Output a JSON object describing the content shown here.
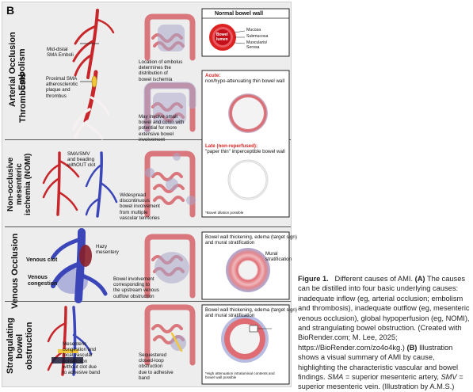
{
  "panel_letter": "B",
  "rows": [
    {
      "label_line1": "Arterial Occlusion",
      "label_line2": "Embolism"
    },
    {
      "label_line1": "Thrombosis",
      "label_line2": ""
    },
    {
      "label_line1": "Non-occlusive",
      "label_line2": "mesenteric",
      "label_line3": "ischemia (NOMI)"
    },
    {
      "label_line1": "Venous Occlusion",
      "label_line2": ""
    },
    {
      "label_line1": "Strangulating bowel",
      "label_line2": "obstruction"
    }
  ],
  "annotations": {
    "embolism_left": "Mid-distal\nSMA Emboli",
    "embolism_mid": "Location of embolus\ndetermines the\ndistribution of\nbowel ischemia",
    "thrombosis_left": "Proximal SMA\natherosclerotic\nplaque and\nthrombus",
    "thrombosis_mid": "May involve small\nbowel and colon with\npotential for more\nextensive bowel\ninvolvement",
    "nomi_left": "SMA/SMV\nand beading\nwithOUT clot",
    "nomi_mid": "Widespread\ndiscontinuous\nbowel involvement\nfrom multiple\nvascular territories",
    "venous_hazy": "Hazy\nmesentery",
    "venous_clot": "Venous clot",
    "venous_congestion": "Venous\ncongestion",
    "venous_mid": "Bowel involvement\ncorresponding to\nthe upstream venous\noutflow obstruction",
    "strang_left": "Mesenteric\ncongestion and\nfocal vascular\nconstriction\nwithout clot due\nto adhesive band",
    "strang_mid": "Sequestered\nclosed-loop\nobstruction\ndue to adhesive\nband"
  },
  "normal_wall": {
    "title": "Normal bowel wall",
    "lumen": "Bowel\nlumen",
    "layer1": "Mucosa",
    "layer2": "Submucosa",
    "layer3": "Muscularis/\nSerosa"
  },
  "arterial_findings": {
    "acute_label": "Acute:",
    "acute_text": "non/hypo-attenuating thin bowel wall",
    "late_label": "Late (non-reperfused):",
    "late_text": "\"paper thin\" imperceptible bowel wall",
    "footnote": "*Bowel dilation possible"
  },
  "venous_findings": {
    "text": "Bowel wall thickening, edema (target sign)\nand mural stratification",
    "mural": "Mural\nstratification"
  },
  "strang_findings": {
    "text": "Bowel wall thickening, edema (target sign)\nand mural stratification",
    "footnote": "*High attenuation intraluminal contents and\nbowel wall possible"
  },
  "caption": {
    "figure_label": "Figure 1.",
    "intro": "Different causes of AMI.",
    "a_label": "(A)",
    "a_text": "The causes can be distilled into four basic underlying causes: inadequate inflow (eg, arterial occlusion; embolism and thrombosis), inadequate outflow (eg, mesenteric venous occlusion), global hypoperfusion (eg, NOMI), and strangulating bowel obstruction. (Created with BioRender.com; M. Lee, 2025; https://BioRender.com/zo4o4kg.)",
    "b_label": "(B)",
    "b_text": "Illustration shows a visual summary of AMI by cause, highlighting the characteristic vascular and bowel findings.",
    "sma_abbr": "SMA",
    "sma_def": "= superior mesenteric artery,",
    "smv_abbr": "SMV",
    "smv_def": "= superior mesenteric vein. (Illustration by A.M.S.)"
  },
  "colors": {
    "artery": "#c8262b",
    "vein": "#3b46b8",
    "bowel": "#d9777d",
    "ischemia": "#a9a6c9",
    "panel": "#ededed"
  }
}
